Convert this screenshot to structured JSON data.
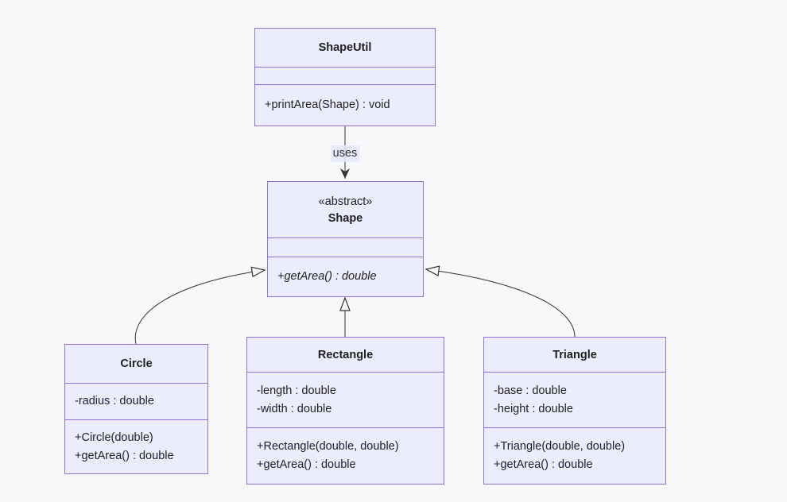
{
  "diagram": {
    "type": "uml-class-diagram",
    "colors": {
      "background": "#f7f8fa",
      "node_fill": "#ececff",
      "node_border": "#9370db",
      "edge": "#333333",
      "text": "#1f2020"
    },
    "nodes": {
      "shapeutil": {
        "title": "ShapeUtil",
        "attributes": [],
        "methods": [
          "+printArea(Shape) : void"
        ]
      },
      "shape": {
        "stereotype": "«abstract»",
        "title": "Shape",
        "attributes": [],
        "methods": [
          "+getArea() : double"
        ]
      },
      "circle": {
        "title": "Circle",
        "attributes": [
          "-radius : double"
        ],
        "methods": [
          "+Circle(double)",
          "+getArea() : double"
        ]
      },
      "rectangle": {
        "title": "Rectangle",
        "attributes": [
          "-length : double",
          "-width : double"
        ],
        "methods": [
          "+Rectangle(double, double)",
          "+getArea() : double"
        ]
      },
      "triangle": {
        "title": "Triangle",
        "attributes": [
          "-base : double",
          "-height : double"
        ],
        "methods": [
          "+Triangle(double, double)",
          "+getArea() : double"
        ]
      }
    },
    "edges": {
      "uses": {
        "from": "ShapeUtil",
        "to": "Shape",
        "kind": "association-arrow",
        "label": "uses"
      },
      "circle_extends": {
        "from": "Circle",
        "to": "Shape",
        "kind": "inheritance"
      },
      "rectangle_extends": {
        "from": "Rectangle",
        "to": "Shape",
        "kind": "inheritance"
      },
      "triangle_extends": {
        "from": "Triangle",
        "to": "Shape",
        "kind": "inheritance"
      }
    }
  }
}
